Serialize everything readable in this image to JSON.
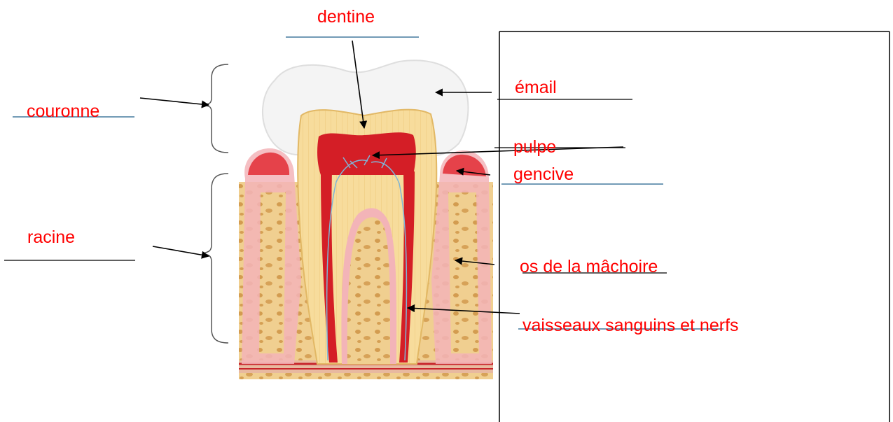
{
  "diagram": {
    "labels": {
      "dentine": "dentine",
      "couronne": "couronne",
      "email": "émail",
      "pulpe": "pulpe",
      "gencive": "gencive",
      "racine": "racine",
      "os": "os de la mâchoire",
      "vaisseaux": "vaisseaux sanguins et nerfs"
    },
    "colors": {
      "label_text": "#ff0000",
      "arrow": "#000000",
      "blue_rule": "#1f5f8b",
      "enamel": "#f4f4f4",
      "dentin": "#f7dc9c",
      "pulp": "#d41e26",
      "gum": "#f3b4b8",
      "bone": "#f0cf90",
      "bone_spot": "#c98b3a"
    }
  }
}
